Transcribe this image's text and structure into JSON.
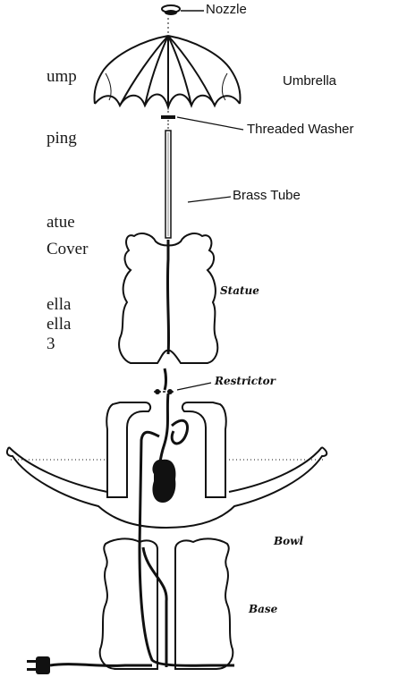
{
  "side_fragments": [
    "ump",
    "ping",
    "atue",
    "Cover",
    "ella",
    "ella",
    "3"
  ],
  "labels": {
    "nozzle": "Nozzle",
    "umbrella": "Umbrella",
    "threaded_washer": "Threaded Washer",
    "brass_tube": "Brass Tube",
    "statue": "Statue",
    "restrictor": "Restrictor",
    "bowl": "Bowl",
    "base": "Base"
  },
  "colors": {
    "ink": "#111111",
    "paper": "#ffffff"
  }
}
